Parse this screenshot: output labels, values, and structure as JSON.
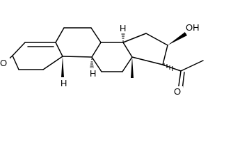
{
  "atoms": {
    "ketone_oxygen": "O",
    "acetyl_oxygen": "O",
    "hydroxyl": "OH",
    "hydrogen_c8": "H",
    "hydrogen_c9": "H",
    "hydrogen_c14": "H"
  },
  "colors": {
    "ink": "#000000",
    "background": "#ffffff"
  }
}
